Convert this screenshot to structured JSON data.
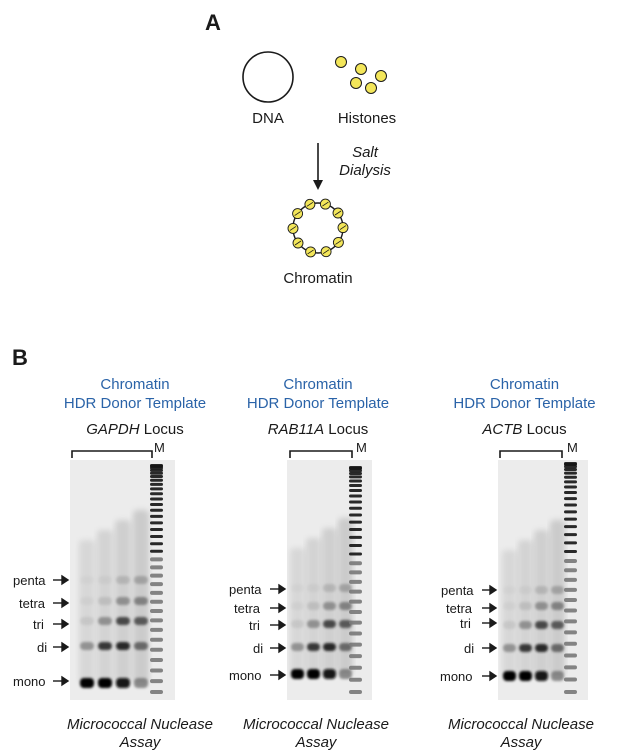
{
  "panel_a": {
    "letter": "A",
    "dna_label": "DNA",
    "histones_label": "Histones",
    "process_line1": "Salt",
    "process_line2": "Dialysis",
    "product_label": "Chromatin"
  },
  "panel_b": {
    "letter": "B",
    "band_labels": [
      "penta",
      "tetra",
      "tri",
      "di",
      "mono"
    ],
    "marker_label": "M",
    "gels": [
      {
        "title_line1": "Chromatin",
        "title_line2": "HDR Donor Template",
        "locus_gene": "GAPDH",
        "locus_word": "Locus",
        "assay_line1": "Micrococcal Nuclease",
        "assay_line2": "Assay"
      },
      {
        "title_line1": "Chromatin",
        "title_line2": "HDR Donor Template",
        "locus_gene": "RAB11A",
        "locus_word": "Locus",
        "assay_line1": "Micrococcal Nuclease",
        "assay_line2": "Assay"
      },
      {
        "title_line1": "Chromatin",
        "title_line2": "HDR Donor Template",
        "locus_gene": "ACTB",
        "locus_word": "Locus",
        "assay_line1": "Micrococcal Nuclease",
        "assay_line2": "Assay"
      }
    ]
  },
  "colors": {
    "histone_fill": "#f3e65a",
    "title_blue": "#2a63a8",
    "gel_bg": "#ececec"
  }
}
